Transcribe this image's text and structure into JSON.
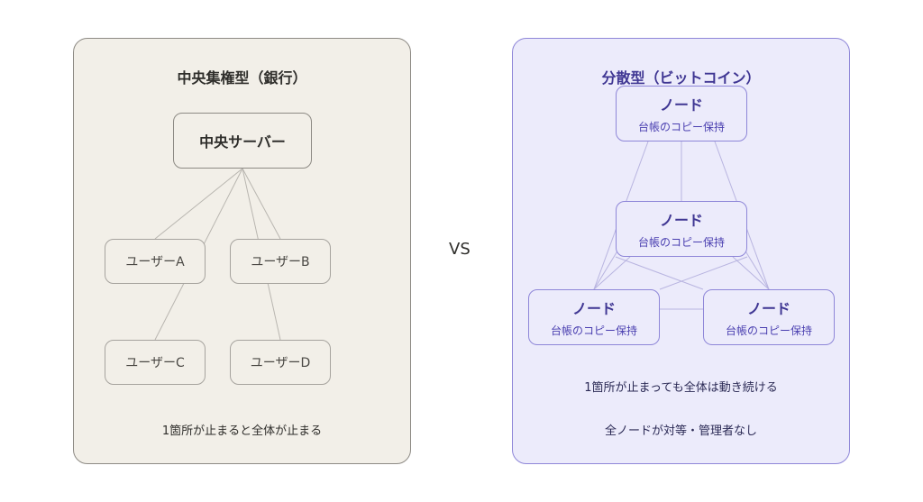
{
  "left": {
    "title": "中央集権型（銀行）",
    "server": "中央サーバー",
    "users": [
      "ユーザーA",
      "ユーザーB",
      "ユーザーC",
      "ユーザーD"
    ],
    "note": "1箇所が止まると全体が止まる"
  },
  "vs": "VS",
  "right": {
    "title": "分散型（ビットコイン）",
    "node_name": "ノード",
    "node_sub": "台帳のコピー保持",
    "note1": "1箇所が止まっても全体は動き続ける",
    "note2": "全ノードが対等・管理者なし"
  },
  "colors": {
    "left_bg": "#f2efe8",
    "left_border": "#8d8a84",
    "right_bg": "#ecebfb",
    "right_border": "#8e86d8",
    "right_text": "#3f3693"
  }
}
